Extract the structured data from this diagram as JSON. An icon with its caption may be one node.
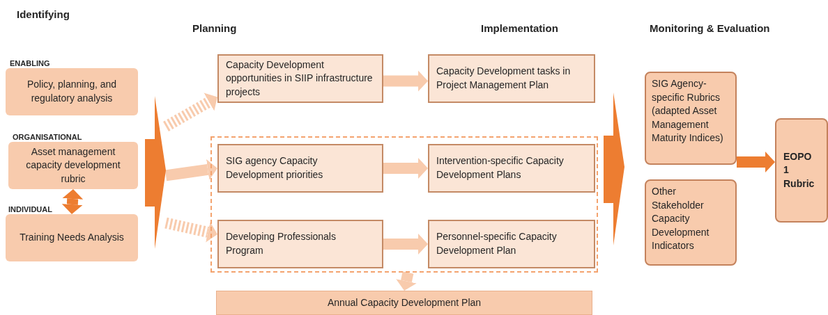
{
  "diagram": {
    "nodes": [
      {
        "text": [
          "Policy, planning, and regulatory analysis"
        ],
        "beside": [
          "ENABLING"
        ]
      },
      {
        "text": [
          "Asset management capacity development rubric"
        ],
        "beside": [
          "ORGANISATIONAL"
        ]
      },
      {
        "text": [
          "Training Needs Analysis"
        ],
        "beside": [
          "INDIVIDUAL"
        ]
      },
      {
        "text": [],
        "shape": "chevron"
      },
      {
        "text": [
          "Capacity Development opportunities in SIIP infrastructure projects"
        ]
      },
      {
        "text": [
          "Capacity Development tasks in Project Management Plan"
        ]
      },
      {
        "text": [],
        "shape": "box"
      },
      {
        "text": [
          "SIG agency Capacity Development priorities"
        ],
        "in": 6
      },
      {
        "text": [
          "Intervention-specific Capacity Development Plans"
        ],
        "in": 6
      },
      {
        "text": [
          "Developing Professionals Program"
        ],
        "in": 6
      },
      {
        "text": [
          "Personnel-specific Capacity Development Plan"
        ],
        "in": 6
      },
      {
        "text": [
          "Annual Capacity Development Plan"
        ]
      },
      {
        "text": [],
        "shape": "chevron"
      },
      {
        "text": [
          "SIG Agency-specific Rubrics (adapted Asset Management Maturity Indices)"
        ]
      },
      {
        "text": [
          "Other Stakeholder Capacity Development Indicators"
        ]
      },
      {
        "text": [
          "EOPO 1 Rubric"
        ]
      }
    ],
    "edges": [
      {
        "from": 1,
        "to": 2,
        "arrow": "both",
        "color": "#ed7d31"
      },
      {
        "from": 3,
        "to": 4,
        "arrow": "to",
        "style": "dashed"
      },
      {
        "from": 3,
        "to": 7,
        "arrow": "to"
      },
      {
        "from": 3,
        "to": 9,
        "arrow": "to",
        "style": "dashed"
      },
      {
        "from": 4,
        "to": 5,
        "arrow": "to"
      },
      {
        "from": 7,
        "to": 8,
        "arrow": "to"
      },
      {
        "from": 9,
        "to": 10,
        "arrow": "to"
      },
      {
        "from": 6,
        "to": 11,
        "arrow": "to"
      },
      {
        "from": 13,
        "to": 15,
        "arrow": "to",
        "color": "#ed7d31"
      }
    ],
    "labels": [
      "Identifying",
      "Planning",
      "Implementation",
      "Monitoring & Evaluation"
    ]
  }
}
